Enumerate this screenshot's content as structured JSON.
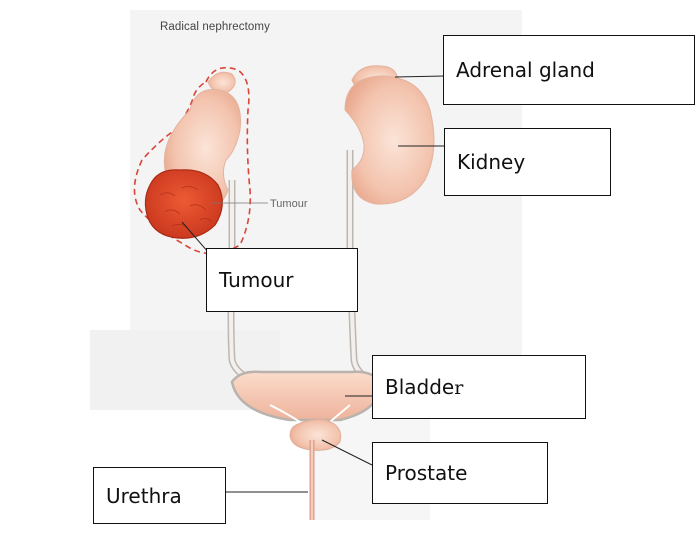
{
  "figure": {
    "title": "Radical nephrectomy",
    "tumour_caption": "Tumour"
  },
  "labels": {
    "adrenal_gland": "Adrenal gland",
    "kidney": "Kidney",
    "tumour": "Tumour",
    "bladder_main": "Bladde",
    "bladder_tail": "r",
    "prostate": "Prostate",
    "urethra": "Urethra"
  },
  "colors": {
    "kidney_fill": "#f4c9b4",
    "tumour_fill": "#de4a2a",
    "dashed_outline": "#d8453a",
    "background_panel": "#f3f3f3"
  }
}
